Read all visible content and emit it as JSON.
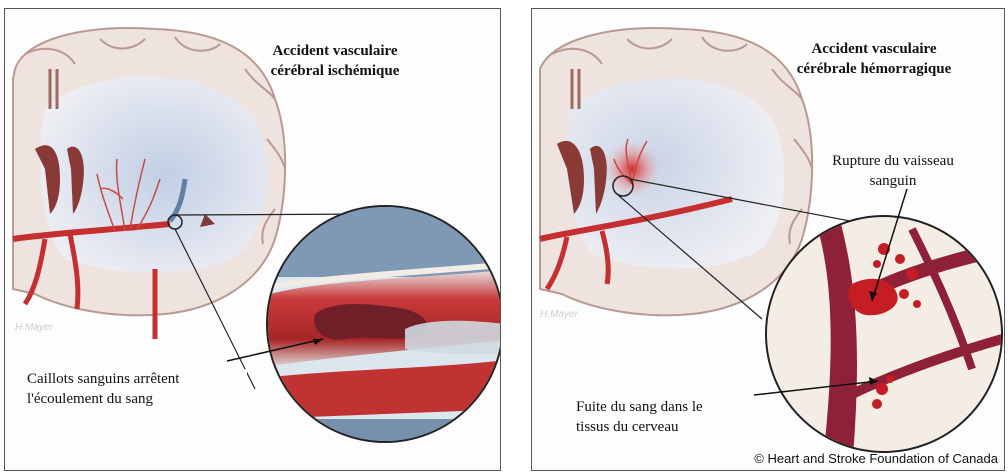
{
  "left_panel": {
    "title_line1": "Accident vasculaire",
    "title_line2": "cérébral ischémique",
    "clot_label_line1": "Caillots sanguins arrêtent",
    "clot_label_line2": "l'écoulement du sang",
    "artist_credit": "H.Mayer"
  },
  "right_panel": {
    "title_line1": "Accident vasculaire",
    "title_line2": "cérébrale hémorragique",
    "rupture_label_line1": "Rupture du vaisseau",
    "rupture_label_line2": "sanguin",
    "leak_label_line1": "Fuite du sang dans le",
    "leak_label_line2": "tissus du cerveau",
    "artist_credit": "H.Mayer",
    "copyright": "© Heart and Stroke Foundation of Canada"
  }
}
